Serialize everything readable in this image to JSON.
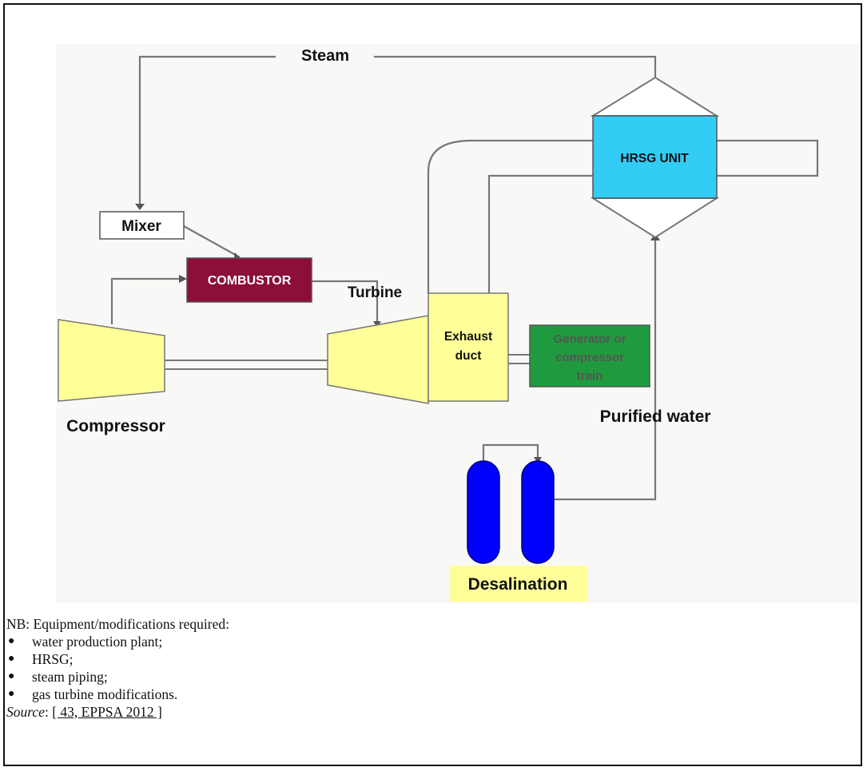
{
  "diagram": {
    "labels": {
      "steam": "Steam",
      "mixer": "Mixer",
      "combustor": "COMBUSTOR",
      "turbine": "Turbine",
      "compressor": "Compressor",
      "exhaust_duct_line1": "Exhaust",
      "exhaust_duct_line2": "duct",
      "generator_line1": "Generator or",
      "generator_line2": "compressor",
      "generator_line3": "train",
      "hrsg_unit": "HRSG UNIT",
      "purified_water": "Purified water",
      "desalination": "Desalination"
    },
    "colors": {
      "machine_fill": "#ffff99",
      "combustor_fill": "#8b0f3a",
      "generator_fill": "#1f9a3e",
      "hrsg_fill": "#33ccf5",
      "tank_fill": "#0000ff",
      "desalination_bg": "#ffff99",
      "panel_bg": "#f8f8f6",
      "line": "#777777"
    }
  },
  "notes": {
    "intro": "NB: Equipment/modifications required:",
    "items": [
      "water production plant;",
      "HRSG;",
      "steam piping;",
      "gas turbine modifications."
    ],
    "source_label": "Source",
    "source_sep": ": ",
    "source_ref": "[ 43, EPPSA 2012 ]"
  }
}
